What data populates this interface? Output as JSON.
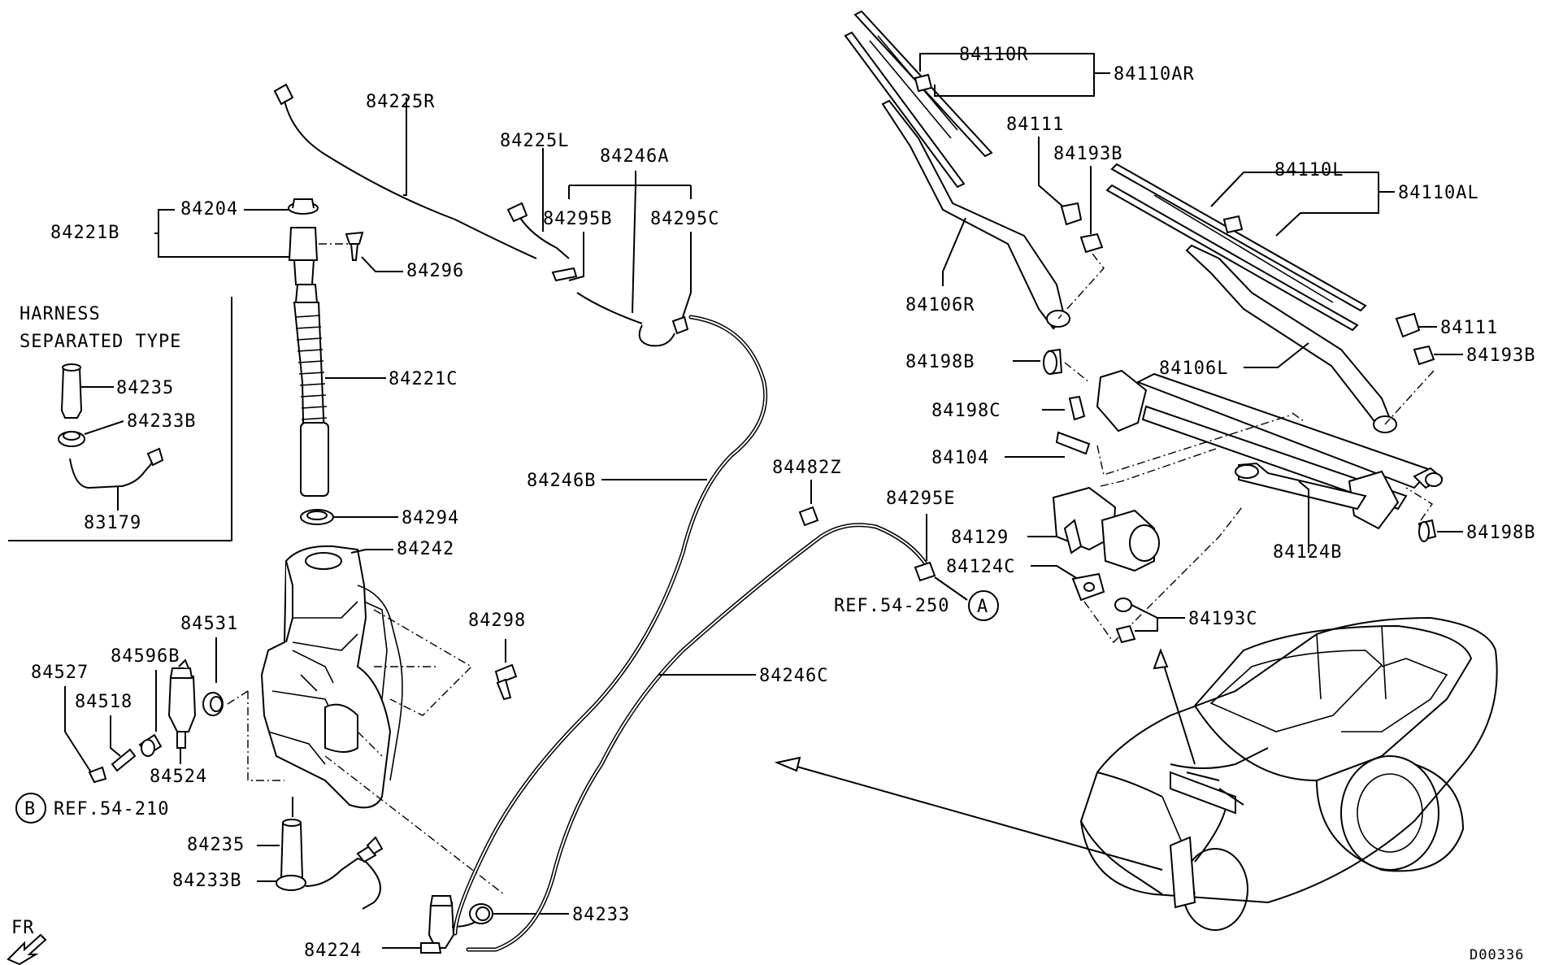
{
  "diagram": {
    "drawing_code": "D00336",
    "inset_title": [
      "HARNESS",
      "SEPARATED TYPE"
    ],
    "direction_marker": "FR",
    "references": [
      {
        "letter": "A",
        "text": "REF.54-250"
      },
      {
        "letter": "B",
        "text": "REF.54-210"
      }
    ],
    "labels": {
      "p84225R": "84225R",
      "p84225L": "84225L",
      "p84246A": "84246A",
      "p84295B": "84295B",
      "p84295C": "84295C",
      "p84204": "84204",
      "p84221B": "84221B",
      "p84296": "84296",
      "p84221C": "84221C",
      "p84235_inset": "84235",
      "p84233B_inset": "84233B",
      "p83179": "83179",
      "p84246B": "84246B",
      "p84294": "84294",
      "p84242": "84242",
      "p84298": "84298",
      "p84531": "84531",
      "p84527": "84527",
      "p84596B": "84596B",
      "p84518": "84518",
      "p84524": "84524",
      "p84246C": "84246C",
      "p84235": "84235",
      "p84233B": "84233B",
      "p84233": "84233",
      "p84224": "84224",
      "p84482Z": "84482Z",
      "p84295E": "84295E",
      "p84110R": "84110R",
      "p84110AR": "84110AR",
      "p84111_top": "84111",
      "p84193B_top": "84193B",
      "p84110L": "84110L",
      "p84110AL": "84110AL",
      "p84106R": "84106R",
      "p84111_right": "84111",
      "p84193B_right": "84193B",
      "p84198B_left": "84198B",
      "p84106L": "84106L",
      "p84198C": "84198C",
      "p84104": "84104",
      "p84129": "84129",
      "p84124C": "84124C",
      "p84124B": "84124B",
      "p84198B_right": "84198B",
      "p84193C": "84193C"
    }
  }
}
